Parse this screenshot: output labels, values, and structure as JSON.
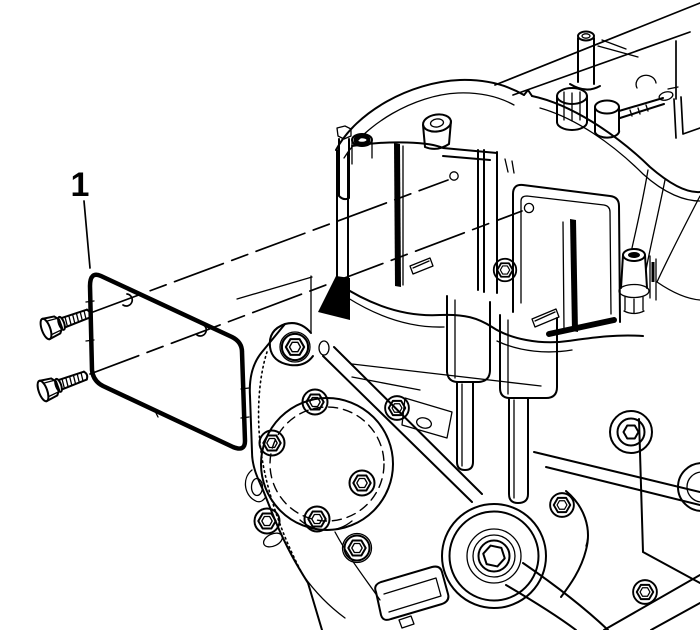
{
  "figure": {
    "type": "technical-illustration",
    "subject": "engine-cover-plate-installation",
    "callout_1": {
      "label": "1"
    }
  },
  "colors": {
    "line": "#000000",
    "background": "#ffffff"
  }
}
